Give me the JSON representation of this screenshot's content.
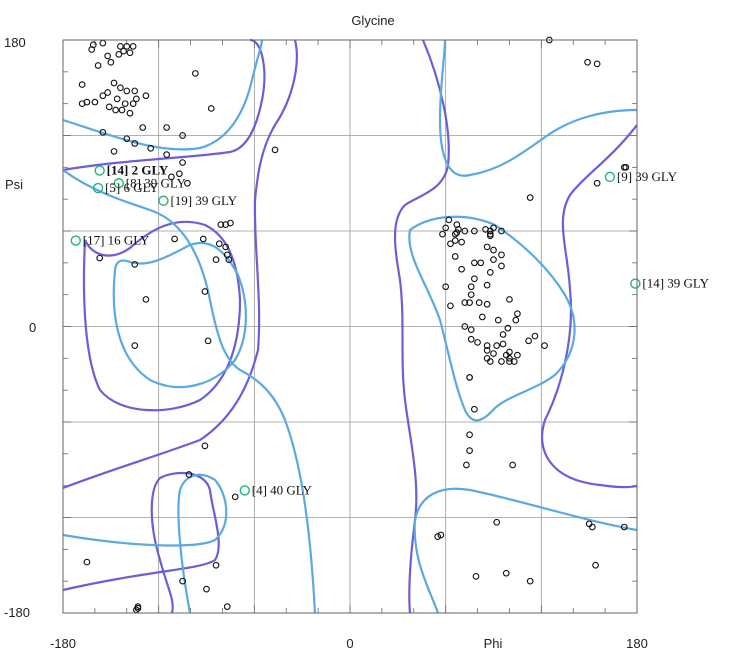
{
  "chart_data": {
    "type": "scatter",
    "title": "Glycine",
    "xlabel": "Phi",
    "ylabel": "Psi",
    "xlim": [
      -180,
      180
    ],
    "ylim": [
      -180,
      180
    ],
    "x_ticks": [
      -180,
      0,
      180
    ],
    "y_ticks": [
      -180,
      0,
      180
    ],
    "x_tick_labels": [
      "-180",
      "0",
      "180"
    ],
    "y_tick_labels": [
      "-180",
      "0",
      "180"
    ],
    "grid": true,
    "colors": {
      "points": "#111111",
      "outliers": "#22b573",
      "contour_outer": "#6b5fd8",
      "contour_inner": "#5aa9e0",
      "grid": "#999999",
      "frame": "#666666"
    },
    "outliers": [
      {
        "label": "[14]   2 GLY",
        "bold": true,
        "phi": -157,
        "psi": 98
      },
      {
        "label": "[8]   39 GLY",
        "bold": false,
        "phi": -145,
        "psi": 90
      },
      {
        "label": "[5]   6 GLY",
        "bold": false,
        "phi": -158,
        "psi": 87
      },
      {
        "label": "[19]   39 GLY",
        "bold": false,
        "phi": -117,
        "psi": 79
      },
      {
        "label": "[17]   16 GLY",
        "bold": false,
        "phi": -172,
        "psi": 54
      },
      {
        "label": "[9]   39 GLY",
        "bold": false,
        "phi": 163,
        "psi": 94
      },
      {
        "label": "[14]   39 GLY",
        "bold": false,
        "phi": 179,
        "psi": 27
      },
      {
        "label": "[4]   40 GLY",
        "bold": false,
        "phi": -66,
        "psi": -103
      }
    ],
    "points": [
      [
        -161,
        177
      ],
      [
        -155,
        178
      ],
      [
        -144,
        176
      ],
      [
        -140,
        176
      ],
      [
        -136,
        176
      ],
      [
        -142,
        173
      ],
      [
        -152,
        170
      ],
      [
        -145,
        171
      ],
      [
        -138,
        172
      ],
      [
        -162,
        174
      ],
      [
        -150,
        166
      ],
      [
        -158,
        164
      ],
      [
        -148,
        153
      ],
      [
        -144,
        150
      ],
      [
        -140,
        148
      ],
      [
        -135,
        148
      ],
      [
        -152,
        147
      ],
      [
        -155,
        145
      ],
      [
        -146,
        143
      ],
      [
        -141,
        140
      ],
      [
        -136,
        140
      ],
      [
        -160,
        141
      ],
      [
        -165,
        141
      ],
      [
        -151,
        138
      ],
      [
        -147,
        136
      ],
      [
        -143,
        136
      ],
      [
        -138,
        134
      ],
      [
        -134,
        143
      ],
      [
        -128,
        145
      ],
      [
        -168,
        152
      ],
      [
        -168,
        140
      ],
      [
        -130,
        125
      ],
      [
        -115,
        125
      ],
      [
        -97,
        159
      ],
      [
        -87,
        137
      ],
      [
        -155,
        122
      ],
      [
        -140,
        118
      ],
      [
        -135,
        115
      ],
      [
        -105,
        120
      ],
      [
        -148,
        110
      ],
      [
        -125,
        112
      ],
      [
        -115,
        108
      ],
      [
        -105,
        103
      ],
      [
        -107,
        96
      ],
      [
        -112,
        94
      ],
      [
        -102,
        90
      ],
      [
        -47,
        111
      ],
      [
        -81,
        64
      ],
      [
        -78,
        64
      ],
      [
        -75,
        65
      ],
      [
        -92,
        55
      ],
      [
        -82,
        52
      ],
      [
        -78,
        50
      ],
      [
        -77,
        45
      ],
      [
        -84,
        42
      ],
      [
        -76,
        42
      ],
      [
        -110,
        55
      ],
      [
        -135,
        39
      ],
      [
        -157,
        43
      ],
      [
        -128,
        17
      ],
      [
        -91,
        22
      ],
      [
        -135,
        -12
      ],
      [
        -89,
        -9
      ],
      [
        -91,
        -75
      ],
      [
        -101,
        -93
      ],
      [
        -72,
        -107
      ],
      [
        -84,
        -150
      ],
      [
        -105,
        -160
      ],
      [
        -90,
        -165
      ],
      [
        -77,
        -176
      ],
      [
        -133,
        -176
      ],
      [
        -134,
        -178
      ],
      [
        -133,
        -177
      ],
      [
        -165,
        -148
      ],
      [
        62,
        67
      ],
      [
        67,
        64
      ],
      [
        60,
        62
      ],
      [
        58,
        58
      ],
      [
        68,
        61
      ],
      [
        72,
        60
      ],
      [
        66,
        58
      ],
      [
        67,
        59
      ],
      [
        78,
        60
      ],
      [
        85,
        61
      ],
      [
        88,
        57
      ],
      [
        88,
        60
      ],
      [
        90,
        62
      ],
      [
        95,
        60
      ],
      [
        66,
        54
      ],
      [
        70,
        53
      ],
      [
        63,
        52
      ],
      [
        86,
        50
      ],
      [
        90,
        48
      ],
      [
        95,
        45
      ],
      [
        90,
        42
      ],
      [
        95,
        38
      ],
      [
        66,
        44
      ],
      [
        78,
        40
      ],
      [
        82,
        40
      ],
      [
        70,
        36
      ],
      [
        88,
        34
      ],
      [
        78,
        30
      ],
      [
        86,
        26
      ],
      [
        60,
        25
      ],
      [
        76,
        25
      ],
      [
        76,
        20
      ],
      [
        72,
        15
      ],
      [
        75,
        15
      ],
      [
        63,
        13
      ],
      [
        81,
        15
      ],
      [
        86,
        14
      ],
      [
        100,
        17
      ],
      [
        104,
        4
      ],
      [
        105,
        8
      ],
      [
        83,
        6
      ],
      [
        93,
        4
      ],
      [
        72,
        0
      ],
      [
        76,
        -2
      ],
      [
        76,
        -8
      ],
      [
        80,
        -10
      ],
      [
        86,
        -12
      ],
      [
        92,
        -12
      ],
      [
        96,
        -11
      ],
      [
        86,
        -15
      ],
      [
        90,
        -17
      ],
      [
        98,
        -18
      ],
      [
        105,
        -18
      ],
      [
        95,
        -22
      ],
      [
        100,
        -22
      ],
      [
        86,
        -20
      ],
      [
        88,
        -22
      ],
      [
        103,
        -22
      ],
      [
        100,
        -20
      ],
      [
        100,
        -16
      ],
      [
        112,
        -9
      ],
      [
        122,
        -12
      ],
      [
        116,
        -6
      ],
      [
        96,
        -5
      ],
      [
        99,
        -1
      ],
      [
        75,
        -32
      ],
      [
        75,
        -32
      ],
      [
        78,
        -52
      ],
      [
        75,
        -68
      ],
      [
        75,
        -78
      ],
      [
        73,
        -87
      ],
      [
        102,
        -87
      ],
      [
        92,
        -123
      ],
      [
        57,
        -131
      ],
      [
        55,
        -132
      ],
      [
        98,
        -155
      ],
      [
        79,
        -157
      ],
      [
        113,
        -160
      ],
      [
        154,
        -150
      ],
      [
        150,
        -124
      ],
      [
        152,
        -126
      ],
      [
        172,
        -126
      ],
      [
        149,
        166
      ],
      [
        155,
        165
      ],
      [
        173,
        100
      ],
      [
        172,
        100
      ],
      [
        155,
        90
      ],
      [
        113,
        81
      ],
      [
        88,
        58
      ],
      [
        125,
        180
      ]
    ]
  }
}
